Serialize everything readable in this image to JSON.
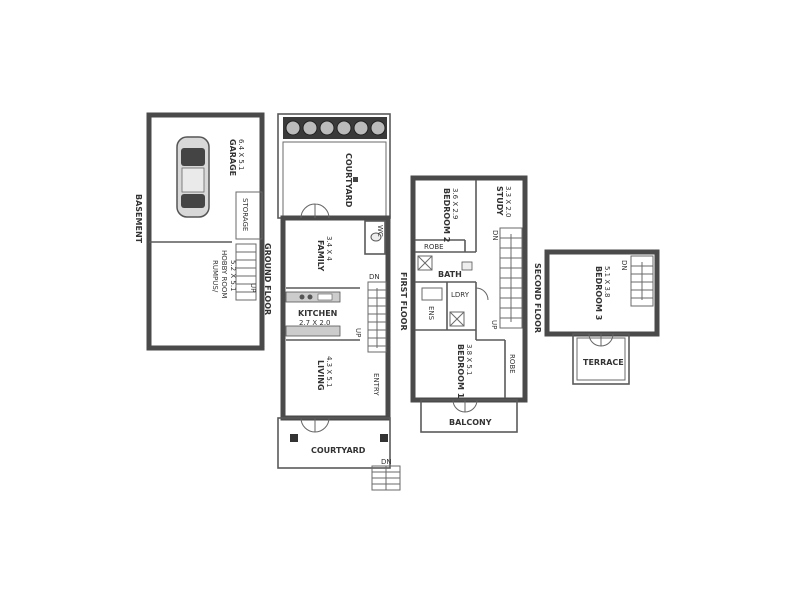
{
  "floors": {
    "basement": "BASEMENT",
    "ground": "GROUND FLOOR",
    "first": "FIRST FLOOR",
    "second": "SECOND FLOOR"
  },
  "rooms": {
    "garage": {
      "name": "GARAGE",
      "size": "6.4 X 5.1"
    },
    "storage": {
      "name": "STORAGE"
    },
    "rumpus": {
      "name": "RUMPUS/",
      "name2": "HOBBY ROOM",
      "size": "5.2 X 5.1"
    },
    "courtyard_top": {
      "name": "COURTYARD"
    },
    "family": {
      "name": "FAMILY",
      "size": "3.4 X 4"
    },
    "wc": {
      "name": "WC"
    },
    "kitchen": {
      "name": "KITCHEN",
      "size": "2.7 X 2.0"
    },
    "living": {
      "name": "LIVING",
      "size": "4.3 X 5.1"
    },
    "entry": {
      "name": "ENTRY"
    },
    "courtyard_bottom": {
      "name": "COURTYARD"
    },
    "bedroom2": {
      "name": "BEDROOM 2",
      "size": "3.6 X 2.9"
    },
    "study": {
      "name": "STUDY",
      "size": "3.3 X 2.0"
    },
    "robe_upper": {
      "name": "ROBE"
    },
    "bath": {
      "name": "BATH"
    },
    "ldry": {
      "name": "LDRY"
    },
    "ens": {
      "name": "ENS"
    },
    "bedroom1": {
      "name": "BEDROOM 1",
      "size": "3.8 X 5.1"
    },
    "robe_lower": {
      "name": "ROBE"
    },
    "balcony": {
      "name": "BALCONY"
    },
    "bedroom3": {
      "name": "BEDROOM 3",
      "size": "5.1 X 3.8"
    },
    "terrace": {
      "name": "TERRACE"
    }
  },
  "stairs": {
    "up_basement": "UP",
    "dn_ground": "DN",
    "up_ground": "UP",
    "dn_ground_bottom": "DN",
    "dn_first": "DN",
    "up_first": "UP",
    "dn_second": "DN"
  }
}
